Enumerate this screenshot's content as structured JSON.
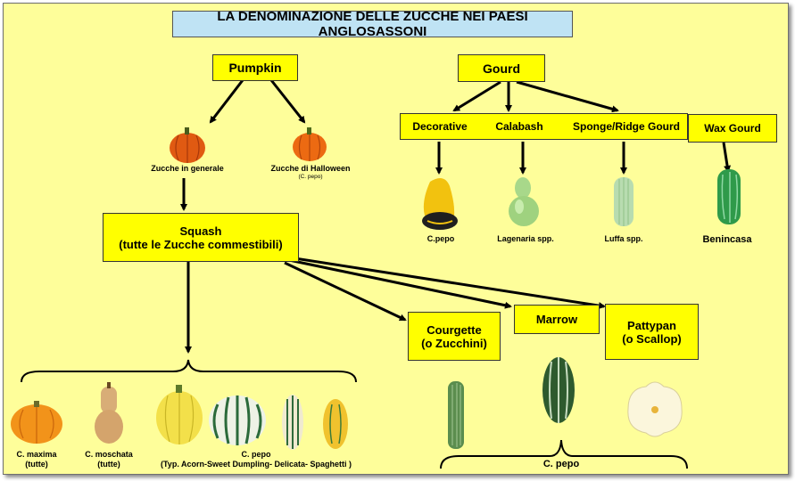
{
  "title": "LA DENOMINAZIONE DELLE ZUCCHE NEI PAESI ANGLOSASSONI",
  "pumpkin": {
    "label": "Pumpkin",
    "left_caption": "Zucche in generale",
    "right_caption": "Zucche di Halloween",
    "right_sub": "(C. pepo)"
  },
  "squash": {
    "line1": "Squash",
    "line2": "(tutte le Zucche commestibili)"
  },
  "gourd": {
    "label": "Gourd",
    "decorative": "Decorative",
    "calabash": "Calabash",
    "sponge": "Sponge/Ridge  Gourd",
    "wax": "Wax Gourd",
    "cap_decorative": "C.pepo",
    "cap_calabash": "Lagenaria spp.",
    "cap_sponge": "Luffa spp.",
    "cap_wax": "Benincasa"
  },
  "varieties": {
    "courgette1": "Courgette",
    "courgette2": "(o Zucchini)",
    "marrow": "Marrow",
    "pattypan1": "Pattypan",
    "pattypan2": "(o Scallop)",
    "cpepo_bottom": "C. pepo"
  },
  "squash_types": {
    "maxima1": "C. maxima",
    "maxima2": "(tutte)",
    "moschata1": "C. moschata",
    "moschata2": "(tutte)",
    "pepo1": "C. pepo",
    "pepo2": "(Typ. Acorn-Sweet Dumpling- Delicata- Spaghetti )"
  }
}
